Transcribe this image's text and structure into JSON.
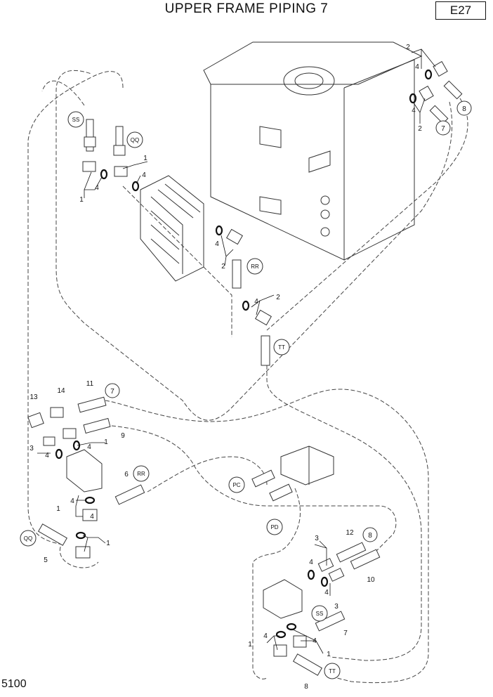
{
  "header": {
    "title": "UPPER FRAME PIPING 7",
    "code": "E27"
  },
  "footer": {
    "number": "5100"
  },
  "callouts": [
    {
      "text": "SS"
    },
    {
      "text": "QQ"
    },
    {
      "text": "RR"
    },
    {
      "text": "TT"
    },
    {
      "text": "8"
    },
    {
      "text": "7"
    },
    {
      "text": "7"
    },
    {
      "text": "RR"
    },
    {
      "text": "QQ"
    },
    {
      "text": "PC"
    },
    {
      "text": "PD"
    },
    {
      "text": "8"
    },
    {
      "text": "SS"
    },
    {
      "text": "TT"
    }
  ],
  "labels": [
    {
      "text": "2"
    },
    {
      "text": "4"
    },
    {
      "text": "4"
    },
    {
      "text": "2"
    },
    {
      "text": "1"
    },
    {
      "text": "4"
    },
    {
      "text": "4"
    },
    {
      "text": "1"
    },
    {
      "text": "4"
    },
    {
      "text": "2"
    },
    {
      "text": "4"
    },
    {
      "text": "2"
    },
    {
      "text": "13"
    },
    {
      "text": "14"
    },
    {
      "text": "11"
    },
    {
      "text": "9"
    },
    {
      "text": "1"
    },
    {
      "text": "3"
    },
    {
      "text": "4"
    },
    {
      "text": "4"
    },
    {
      "text": "6"
    },
    {
      "text": "1"
    },
    {
      "text": "4"
    },
    {
      "text": "4"
    },
    {
      "text": "1"
    },
    {
      "text": "5"
    },
    {
      "text": "3"
    },
    {
      "text": "12"
    },
    {
      "text": "4"
    },
    {
      "text": "4"
    },
    {
      "text": "10"
    },
    {
      "text": "3"
    },
    {
      "text": "7"
    },
    {
      "text": "1"
    },
    {
      "text": "4"
    },
    {
      "text": "4"
    },
    {
      "text": "1"
    },
    {
      "text": "8"
    }
  ]
}
